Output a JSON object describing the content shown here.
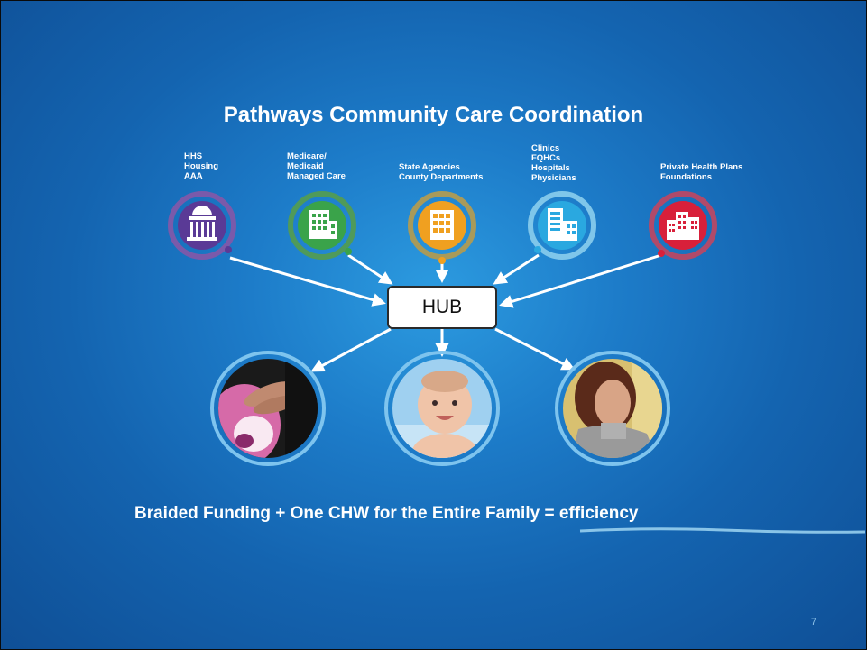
{
  "title": "Pathways Community Care Coordination",
  "funders": [
    {
      "lines": [
        "HHS",
        "Housing",
        "AAA"
      ],
      "icon": "government-building-icon",
      "color": "#5a3a96"
    },
    {
      "lines": [
        "Medicare/",
        "Medicaid",
        "Managed Care"
      ],
      "icon": "office-building-icon",
      "color": "#3aa34a"
    },
    {
      "lines": [
        "State Agencies",
        "County Departments"
      ],
      "icon": "agency-building-icon",
      "color": "#f0a020"
    },
    {
      "lines": [
        "Clinics",
        "FQHCs",
        "Hospitals",
        "Physicians"
      ],
      "icon": "hospital-building-icon",
      "color": "#2aa8e0"
    },
    {
      "lines": [
        "Private Health Plans",
        "Foundations"
      ],
      "icon": "city-buildings-icon",
      "color": "#d8203a"
    }
  ],
  "hub": {
    "label": "HUB"
  },
  "family": [
    {
      "name": "pregnant-woman-photo"
    },
    {
      "name": "baby-photo"
    },
    {
      "name": "woman-photo"
    }
  ],
  "tagline": "Braided Funding + One CHW for the Entire Family = efficiency",
  "page_number": "7"
}
